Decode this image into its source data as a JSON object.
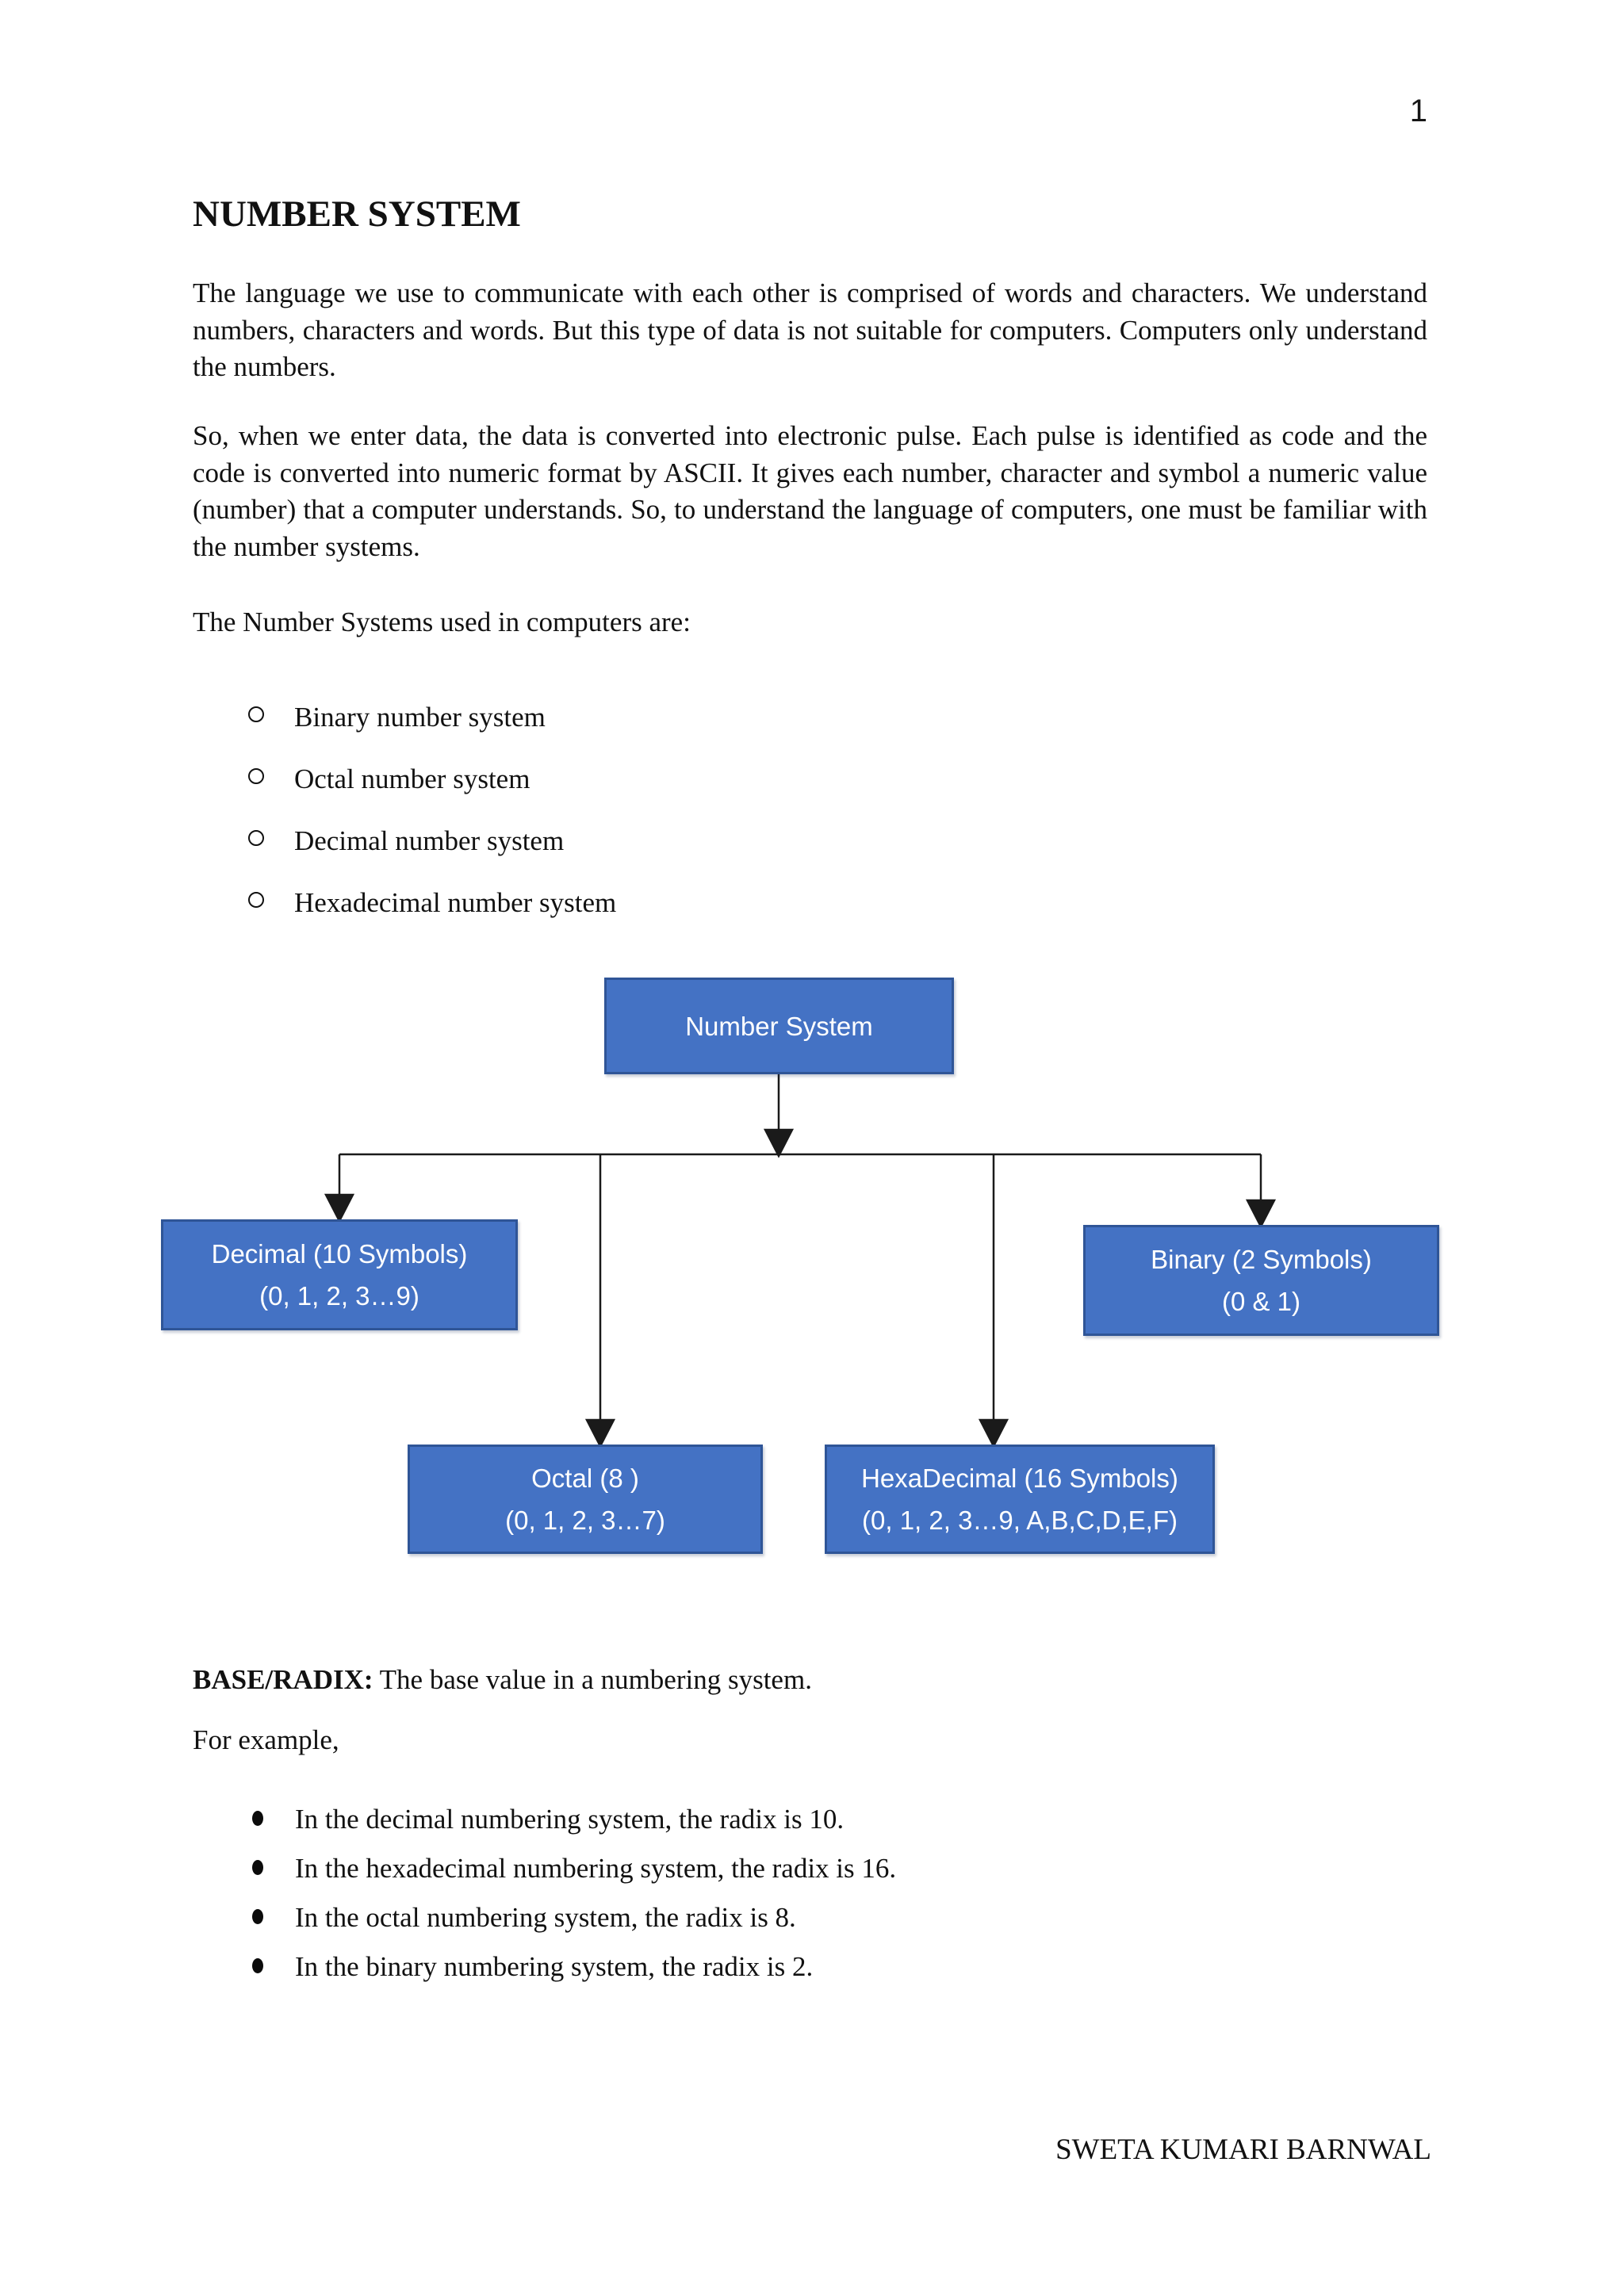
{
  "page": {
    "number": "1",
    "footer": "SWETA KUMARI BARNWAL"
  },
  "document": {
    "title": "NUMBER SYSTEM",
    "paragraphs": [
      "The language we use to communicate with each other is comprised of words and characters. We understand numbers, characters and words. But this type of data is not suitable for computers. Computers only understand the numbers.",
      "So, when we enter data, the data is converted into electronic pulse. Each pulse is identified as code and the code is converted into numeric format by ASCII. It gives each number, character and symbol a numeric value (number) that a computer understands. So, to understand the language of computers, one must be familiar with the number systems."
    ],
    "list_intro": "The Number Systems used in computers are:",
    "number_systems_list": [
      "Binary number system",
      "Octal number system",
      "Decimal number system",
      "Hexadecimal number system"
    ],
    "base_radix": {
      "term": "BASE/RADIX:",
      "definition": "The base value in a numbering system."
    },
    "for_example": "For example,",
    "radix_examples": [
      "In the decimal numbering system, the radix is 10.",
      "In the hexadecimal numbering system, the radix is 16.",
      "In the octal numbering system, the radix is 8.",
      "In the binary numbering system, the radix is 2."
    ]
  },
  "diagram": {
    "root": {
      "label": "Number System"
    },
    "children": [
      {
        "id": "decimal",
        "line1": "Decimal (10 Symbols)",
        "line2": "(0, 1, 2, 3…9)"
      },
      {
        "id": "binary",
        "line1": "Binary (2 Symbols)",
        "line2": "(0 & 1)"
      },
      {
        "id": "octal",
        "line1": "Octal (8 )",
        "line2": "(0, 1, 2, 3…7)"
      },
      {
        "id": "hexadecimal",
        "line1": "HexaDecimal (16 Symbols)",
        "line2": "(0, 1, 2, 3…9, A,B,C,D,E,F)"
      }
    ],
    "colors": {
      "box_fill": "#4472C4",
      "box_border": "#2F5597",
      "box_text": "#FFFFFF",
      "line": "#1A1A1A"
    }
  }
}
